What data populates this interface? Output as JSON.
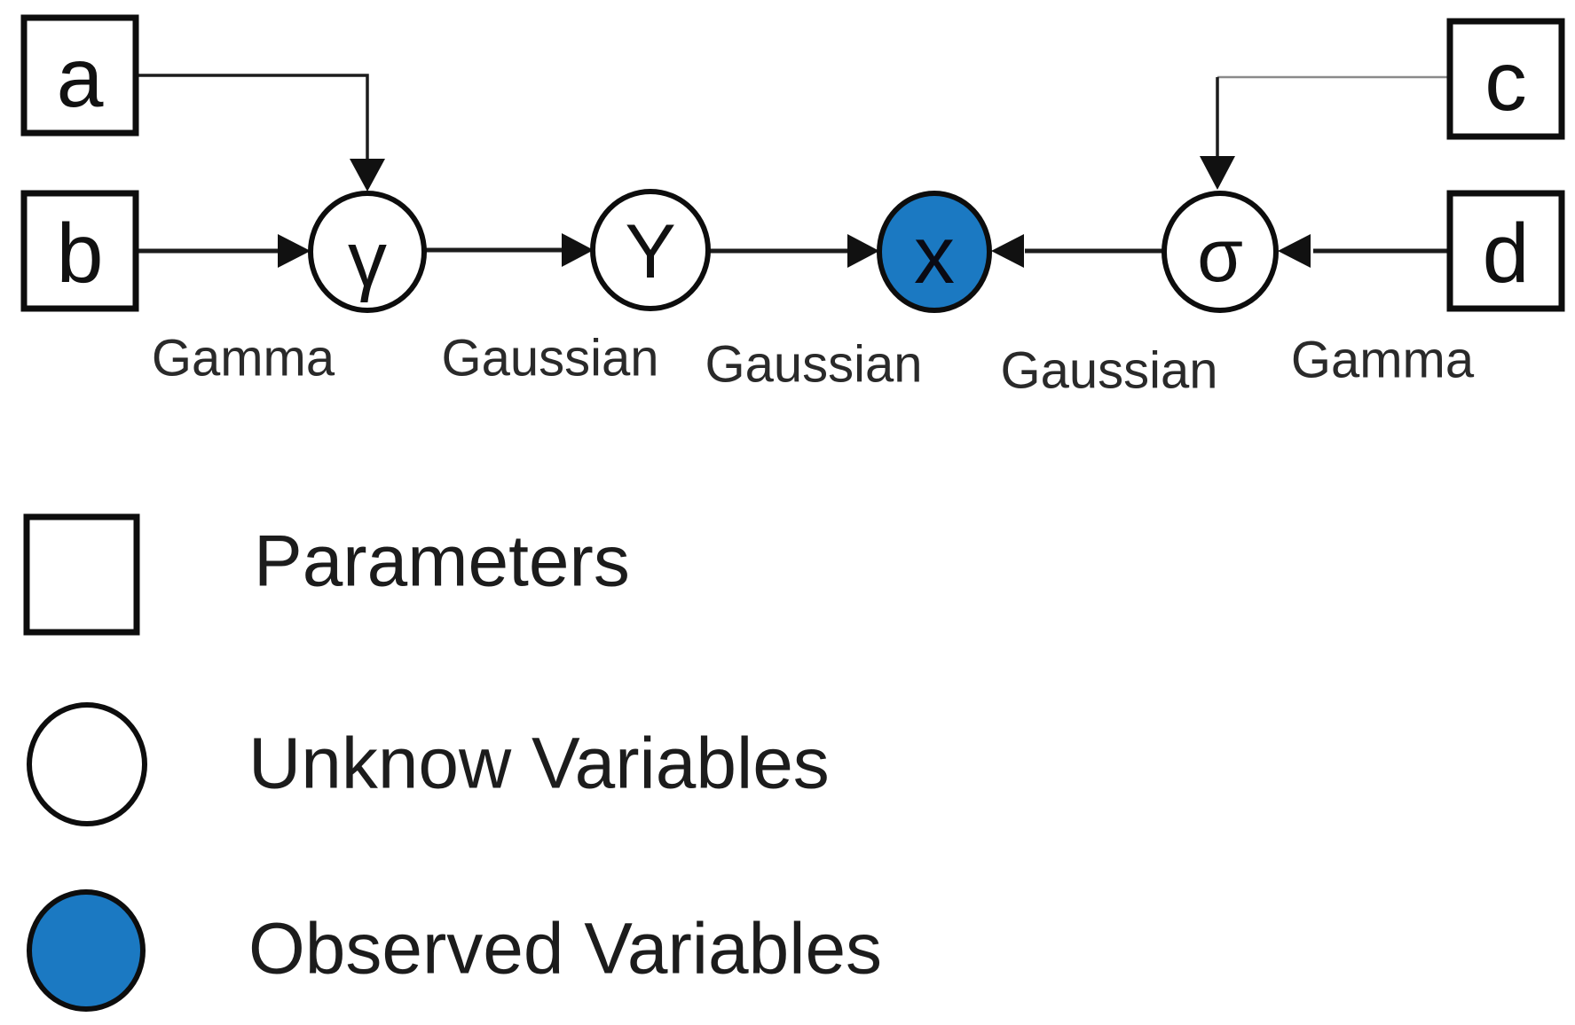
{
  "colors": {
    "background": "#ffffff",
    "node_stroke": "#0d0d0d",
    "edge": "#1c1c1c",
    "observed_fill": "#1b79c2",
    "label_text": "#2a2a2a"
  },
  "diagram": {
    "parameter_nodes": [
      {
        "label": "a"
      },
      {
        "label": "b"
      },
      {
        "label": "c"
      },
      {
        "label": "d"
      }
    ],
    "unknown_nodes": [
      {
        "label": "γ"
      },
      {
        "label": "Y"
      },
      {
        "label": "σ"
      }
    ],
    "observed_node": {
      "label": "x"
    },
    "edge_labels": [
      "Gamma",
      "Gaussian",
      "Gaussian",
      "Gaussian",
      "Gamma"
    ],
    "edges": [
      "a→γ",
      "b→γ",
      "γ→Y",
      "Y→x",
      "σ→x",
      "c→σ",
      "d→σ"
    ]
  },
  "legend": {
    "items": [
      {
        "symbol": "square",
        "label": "Parameters"
      },
      {
        "symbol": "circle",
        "label": "Unknow Variables"
      },
      {
        "symbol": "filled-circle",
        "label": "Observed Variables"
      }
    ]
  }
}
